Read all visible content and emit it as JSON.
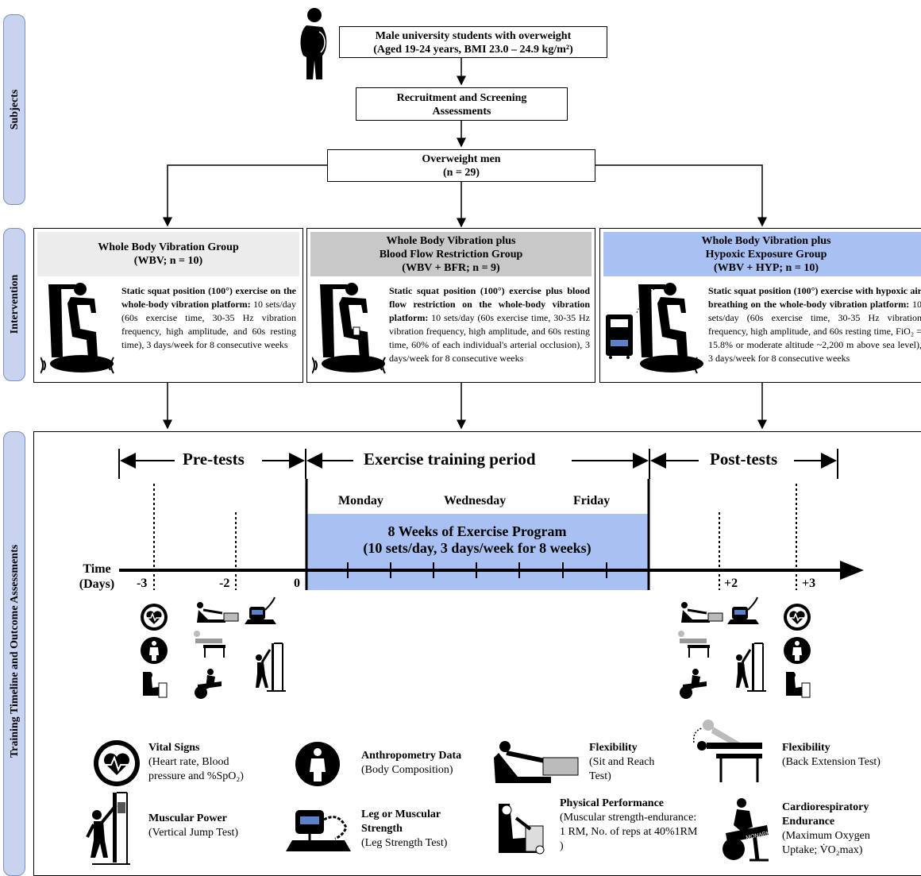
{
  "side_labels": {
    "subjects": "Subjects",
    "intervention": "Intervention",
    "timeline": "Training Timeline and Outcome Assessments"
  },
  "flow": {
    "population_line1": "Male university students with overweight",
    "population_line2": "(Aged 19-24 years, BMI 23.0 – 24.9 kg/m²)",
    "screening_line1": "Recruitment and Screening",
    "screening_line2": "Assessments",
    "sample_line1": "Overweight men",
    "sample_line2": "(n = 29)"
  },
  "groups": [
    {
      "title_lines": [
        "Whole Body Vibration Group",
        "(WBV; n = 10)"
      ],
      "header_color": "#ececec",
      "desc_bold": "Static squat position (100°) exercise on the whole-body vibration platform:",
      "desc_rest": " 10 sets/day (60s exercise time, 30-35 Hz vibration frequency, high amplitude, and 60s resting time), 3 days/week for 8 consecutive weeks"
    },
    {
      "title_lines": [
        "Whole Body Vibration plus",
        "Blood Flow Restriction Group",
        "(WBV + BFR; n = 9)"
      ],
      "header_color": "#c8c8c8",
      "desc_bold": "Static squat position (100°) exercise plus blood flow restriction on the whole-body vibration platform:",
      "desc_rest": " 10 sets/day (60s exercise time, 30-35 Hz vibration frequency, high amplitude, and 60s resting time, 60% of each individual's arterial occlusion), 3 days/week for 8 consecutive weeks"
    },
    {
      "title_lines": [
        "Whole Body Vibration plus",
        "Hypoxic Exposure Group",
        "(WBV + HYP; n = 10)"
      ],
      "header_color": "#a9c1f2",
      "desc_bold": "Static squat position (100°) exercise with hypoxic air breathing on the whole-body vibration platform:",
      "desc_rest": " 10 sets/day (60s exercise time, 30-35 Hz vibration frequency, high amplitude, and 60s resting time, FiO₂ = 15.8% or moderate altitude ~2,200 m above sea level), 3 days/week for 8 consecutive weeks"
    }
  ],
  "timeline": {
    "phases": [
      "Pre-tests",
      "Exercise training period",
      "Post-tests"
    ],
    "days_of_week": [
      "Monday",
      "Wednesday",
      "Friday"
    ],
    "program_line1": "8 Weeks of Exercise Program",
    "program_line2": "(10 sets/day, 3 days/week for 8 weeks)",
    "axis_label_line1": "Time",
    "axis_label_line2": "(Days)",
    "ticks": [
      "-3",
      "-2",
      "0",
      "+2",
      "+3"
    ],
    "program_color": "#a9c1f2"
  },
  "legend": [
    {
      "icon": "heart-icon",
      "title": "Vital Signs",
      "text": "(Heart rate, Blood pressure and %SpO₂)"
    },
    {
      "icon": "body-icon",
      "title": "Anthropometry Data",
      "text": "(Body Composition)"
    },
    {
      "icon": "sit-reach-icon",
      "title": "Flexibility",
      "text": "(Sit and Reach Test)"
    },
    {
      "icon": "back-extension-icon",
      "title": "Flexibility",
      "text": "(Back Extension Test)"
    },
    {
      "icon": "jump-icon",
      "title": "Muscular Power",
      "text": "(Vertical Jump Test)"
    },
    {
      "icon": "dynamometer-icon",
      "title": "Leg or Muscular Strength",
      "text": "(Leg Strength Test)"
    },
    {
      "icon": "leg-press-icon",
      "title": "Physical Performance",
      "text": "(Muscular strength-endurance: 1 RM, No. of reps at 40%1RM )"
    },
    {
      "icon": "bike-icon",
      "title": "Cardiorespiratory Endurance",
      "text": "(Maximum Oxygen Uptake; V̇O₂max)"
    }
  ],
  "bike_brand": "MONARK"
}
